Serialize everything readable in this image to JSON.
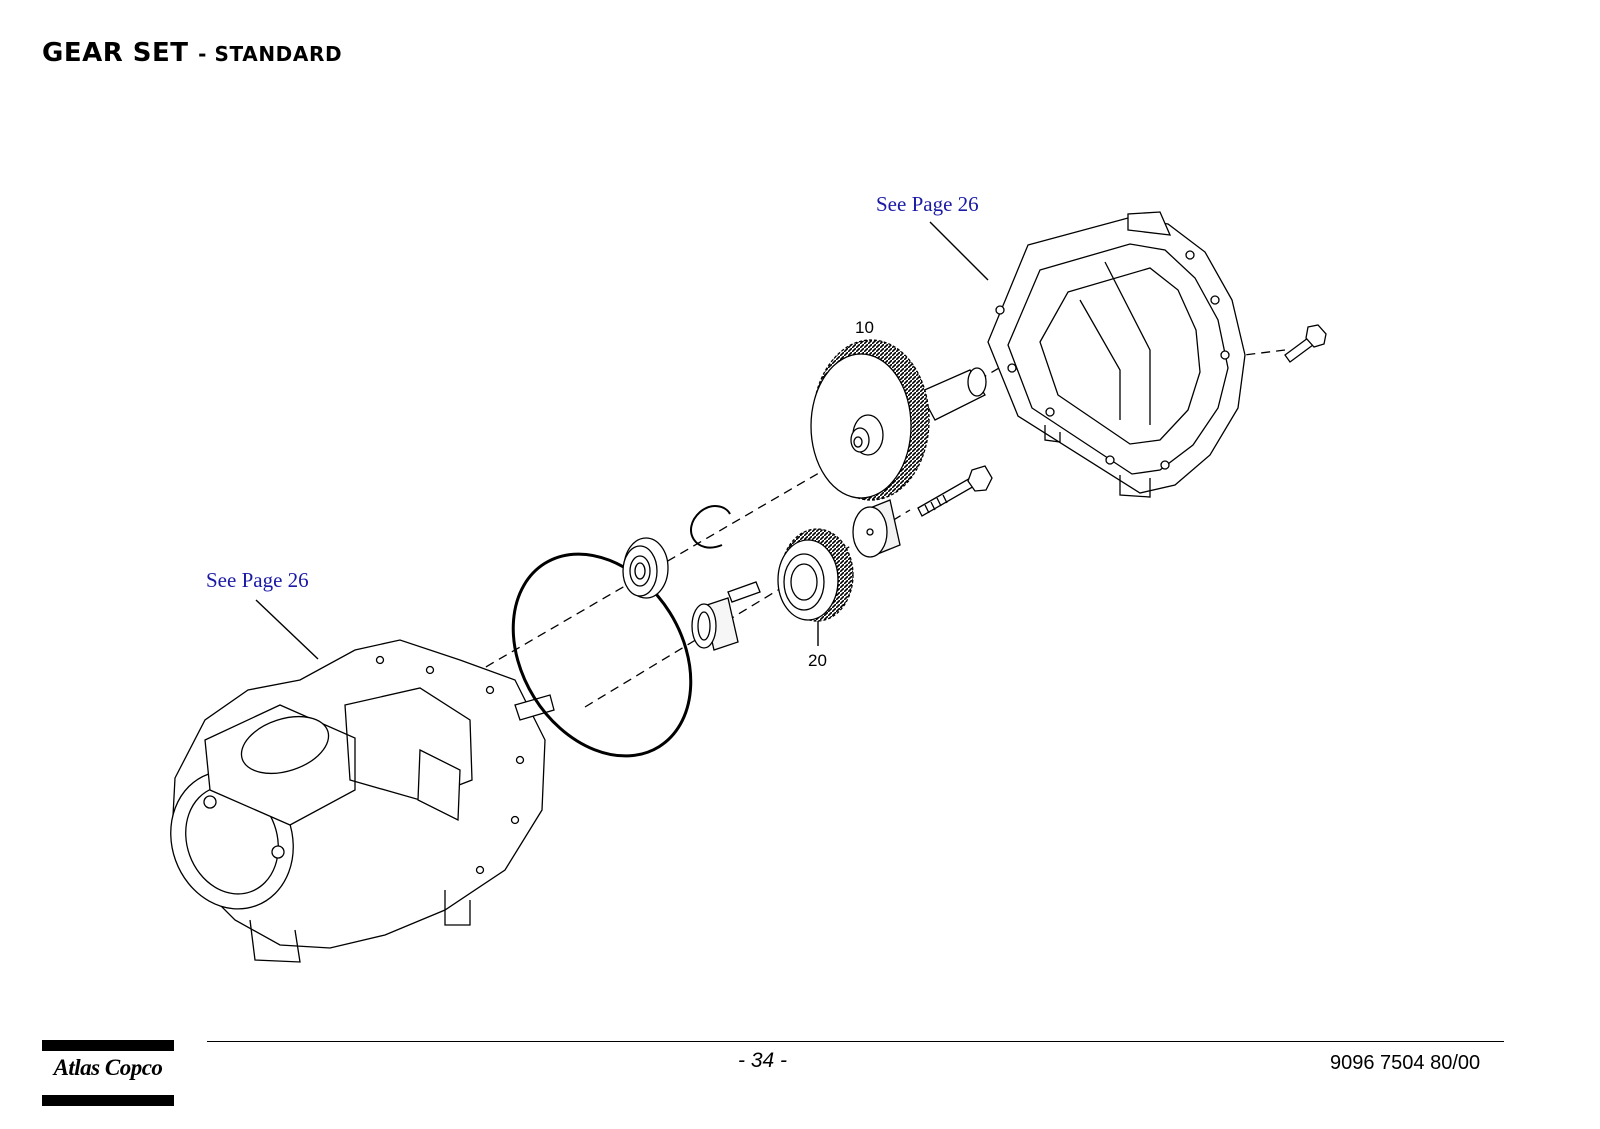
{
  "header": {
    "title_main": "GEAR SET",
    "title_sub": "- STANDARD"
  },
  "diagram": {
    "references": [
      {
        "label": "See Page 26"
      },
      {
        "label": "See Page 26"
      }
    ],
    "callouts": [
      {
        "label": "10"
      },
      {
        "label": "20"
      }
    ]
  },
  "footer": {
    "page_number": "- 34 -",
    "document_number": "9096 7504 80/00",
    "logo_text": "Atlas Copco"
  }
}
